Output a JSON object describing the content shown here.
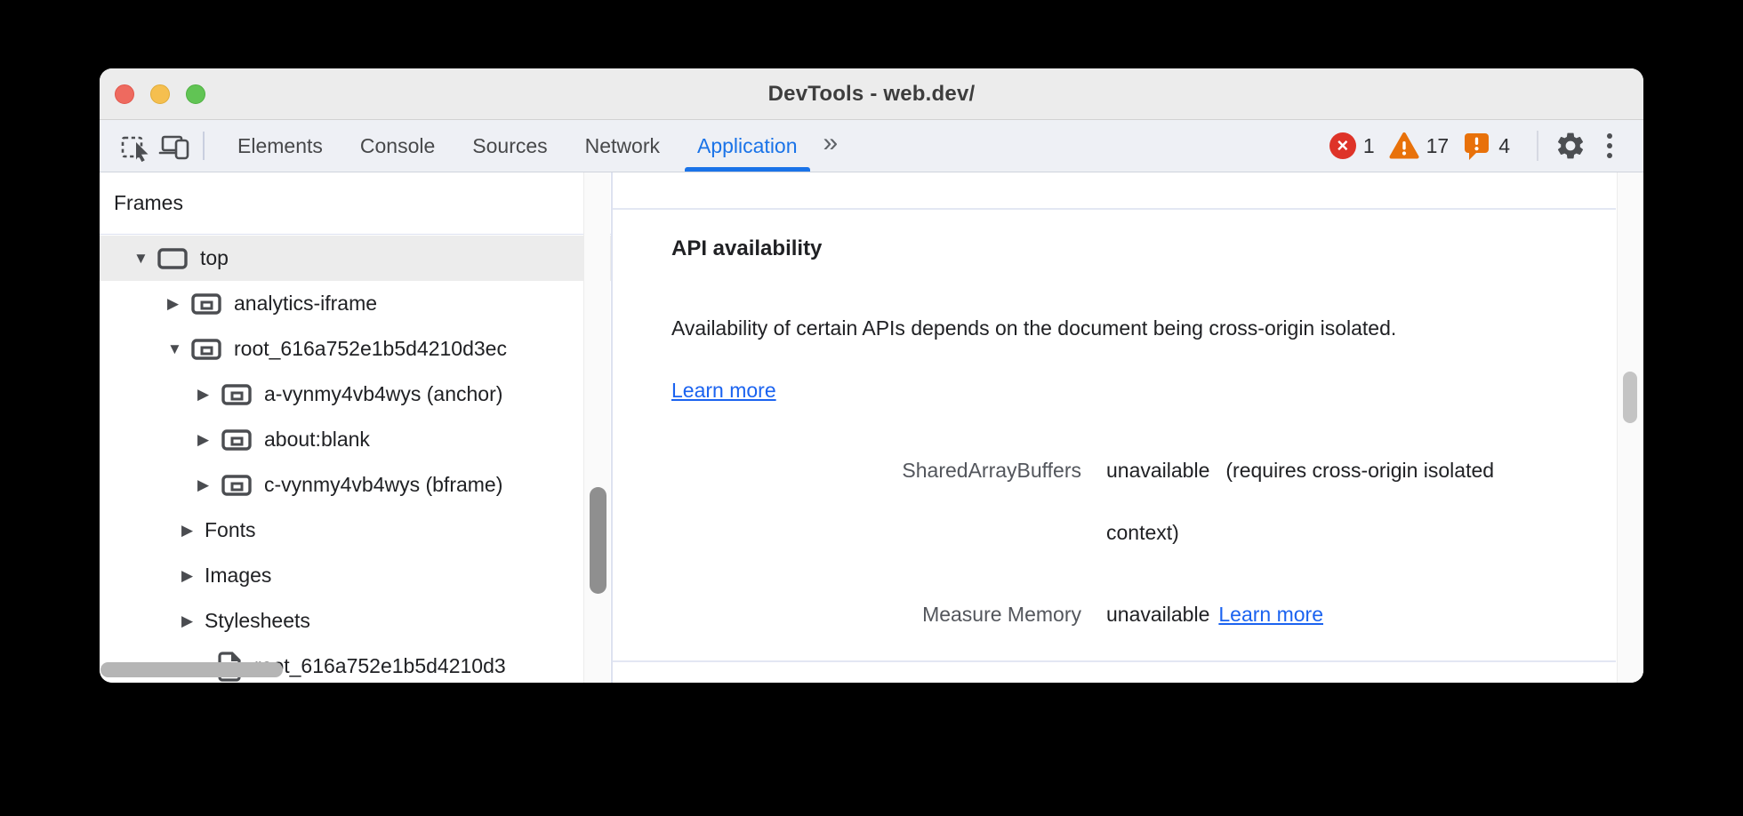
{
  "window": {
    "title": "DevTools - web.dev/"
  },
  "toolbar": {
    "tabs": [
      {
        "label": "Elements"
      },
      {
        "label": "Console"
      },
      {
        "label": "Sources"
      },
      {
        "label": "Network"
      },
      {
        "label": "Application",
        "active": true
      }
    ],
    "more_tabs_icon": "»",
    "error_icon": "×",
    "error_count": "1",
    "warning_count": "17",
    "issue_count": "4"
  },
  "sidebar": {
    "header": "Frames",
    "tree": [
      {
        "label": "top",
        "expander": "▼",
        "selected": true
      },
      {
        "label": "analytics-iframe",
        "expander": "▶"
      },
      {
        "label": "root_616a752e1b5d4210d3ec",
        "expander": "▼"
      },
      {
        "label": "a-vynmy4vb4wys (anchor)",
        "expander": "▶"
      },
      {
        "label": "about:blank",
        "expander": "▶"
      },
      {
        "label": "c-vynmy4vb4wys (bframe)",
        "expander": "▶"
      },
      {
        "label": "Fonts",
        "expander": "▶"
      },
      {
        "label": "Images",
        "expander": "▶"
      },
      {
        "label": "Stylesheets",
        "expander": "▶"
      },
      {
        "label": "root_616a752e1b5d4210d3",
        "expander": ""
      }
    ]
  },
  "main": {
    "section_title": "API availability",
    "description": "Availability of certain APIs depends on the document being cross-origin isolated.",
    "description_link": "Learn more",
    "rows": [
      {
        "label": "SharedArrayBuffers",
        "value": "unavailable",
        "note": "(requires cross-origin isolated context)"
      },
      {
        "label": "Measure Memory",
        "value": "unavailable",
        "link": "Learn more"
      }
    ]
  },
  "colors": {
    "accent_blue": "#1a73e8",
    "link_blue": "#1b63f0",
    "error_red": "#de3328",
    "warning_orange": "#e8710a"
  }
}
